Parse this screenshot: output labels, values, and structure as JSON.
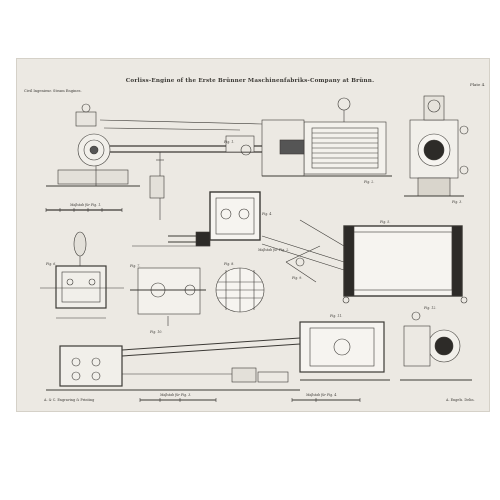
{
  "plate": {
    "title": "Corliss-Engine of the Erste Brünner Maschinenfabriks-Company at Brünn.",
    "subtitle": "Civil Ingenieur. Steam Engines.",
    "plate_number": "Plate 4.",
    "footer_left": "A. & C. Engraving & Printing",
    "footer_right": "A. Engels. Delin."
  },
  "labels": {
    "fig1": "Fig. 1.",
    "fig2": "Fig. 2.",
    "fig3": "Fig. 3.",
    "fig4": "Fig. 4.",
    "fig5": "Fig. 5.",
    "fig6": "Fig. 6.",
    "fig7": "Fig. 7.",
    "fig8": "Fig. 8.",
    "fig9": "Fig. 9.",
    "fig10": "Fig. 10.",
    "fig11": "Fig. 11.",
    "fig12": "Fig. 12.",
    "scale1": "Maßstab für Fig. 1.",
    "scale2": "Maßstab für Fig. 2.",
    "scale3": "Maßstab für Fig. 3.",
    "scale4": "Maßstab für Fig. 4."
  }
}
